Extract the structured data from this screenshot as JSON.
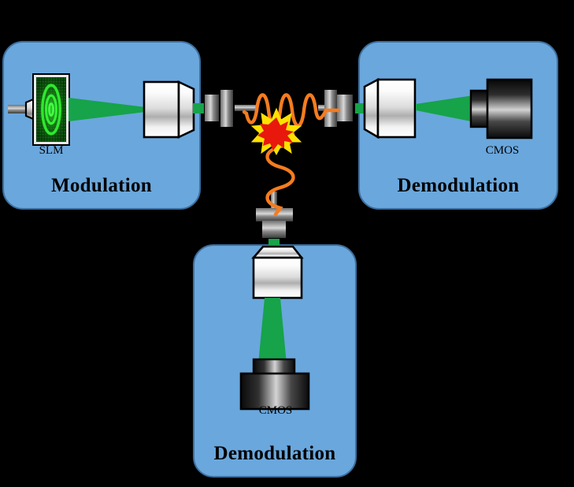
{
  "figure": {
    "type": "optical-system-diagram",
    "background_color": "#000000",
    "panel_color": "#6aa7dd",
    "panel_border_color": "#3d6e9e",
    "beam_color": "#16a34a",
    "fiber_color": "#f57c1f",
    "spark_outer_color": "#ffe100",
    "spark_inner_color": "#e8180c"
  },
  "panels": [
    {
      "id": "modulation",
      "title": "Modulation",
      "devices": [
        {
          "name": "laser-source",
          "label": ""
        },
        {
          "name": "slm",
          "label": "SLM"
        },
        {
          "name": "objective-lens",
          "label": ""
        }
      ]
    },
    {
      "id": "demodulation-right",
      "title": "Demodulation",
      "devices": [
        {
          "name": "collimating-lens",
          "label": ""
        },
        {
          "name": "cmos-camera",
          "label": "CMOS"
        }
      ]
    },
    {
      "id": "demodulation-bottom",
      "title": "Demodulation",
      "devices": [
        {
          "name": "collimating-lens",
          "label": ""
        },
        {
          "name": "cmos-camera",
          "label": "CMOS"
        }
      ]
    }
  ],
  "labels": {
    "slm": "SLM",
    "cmos_right": "CMOS",
    "cmos_bottom": "CMOS",
    "title_modulation": "Modulation",
    "title_demodulation_right": "Demodulation",
    "title_demodulation_bottom": "Demodulation"
  },
  "fiber_network": {
    "horizontal_segment": {
      "waves": 4,
      "orientation": "horizontal"
    },
    "vertical_segment": {
      "waves": 4,
      "orientation": "vertical"
    },
    "junction": {
      "name": "fiber-splice-burst",
      "shape": "starburst"
    },
    "connectors": [
      {
        "name": "fiber-connector-left",
        "orientation": "horizontal"
      },
      {
        "name": "fiber-connector-right",
        "orientation": "horizontal"
      },
      {
        "name": "fiber-connector-bottom",
        "orientation": "vertical"
      }
    ]
  }
}
